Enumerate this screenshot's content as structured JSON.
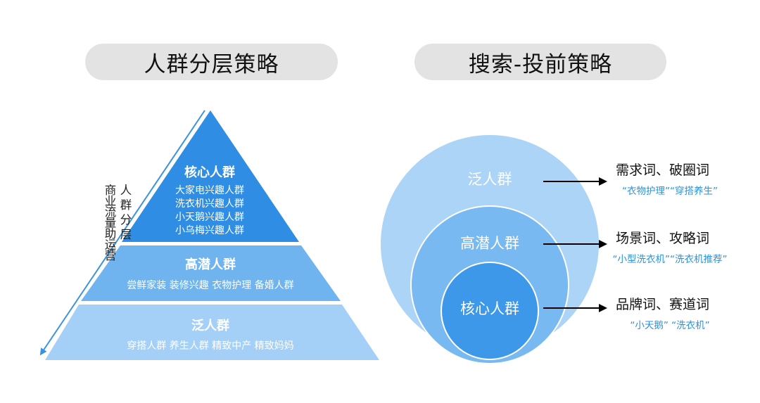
{
  "titles": {
    "left": "人群分层策略",
    "right": "搜索-投前策略"
  },
  "pyramid": {
    "side_label_col1": "人群分层",
    "side_label_col2": "商业流量助运营",
    "tiers": [
      {
        "title": "核心人群",
        "items": [
          "大家电兴趣人群",
          "洗衣机兴趣人群",
          "小天鹅兴趣人群",
          "小乌梅兴趣人群"
        ],
        "color": "#2f8ee3"
      },
      {
        "title": "高潜人群",
        "subtitle": "尝鲜家装 装修兴趣 衣物护理 备婚人群",
        "color": "#6fb3ef"
      },
      {
        "title": "泛人群",
        "subtitle": "穿搭人群 养生人群 精致中产 精致妈妈",
        "color": "#a4d0f7"
      }
    ],
    "arrow_color": "#3a93e0"
  },
  "circles": {
    "outer": {
      "label": "泛人群",
      "color": "#acd4f6"
    },
    "middle": {
      "label": "高潜人群",
      "color": "#79b9f1"
    },
    "inner": {
      "label": "核心人群",
      "color": "#3d98ea"
    },
    "border_color": "#ffffff"
  },
  "keywords": [
    {
      "title": "需求词、破圈词",
      "example": "“衣物护理”“穿搭养生”"
    },
    {
      "title": "场景词、攻略词",
      "example": "“小型洗衣机”“洗衣机推荐”"
    },
    {
      "title": "品牌词、赛道词",
      "example": "“小天鹅”   “洗衣机”"
    }
  ],
  "colors": {
    "pill_bg": "#e3e3e3",
    "keyword_example": "#2a93d8",
    "arrow": "#000000"
  }
}
